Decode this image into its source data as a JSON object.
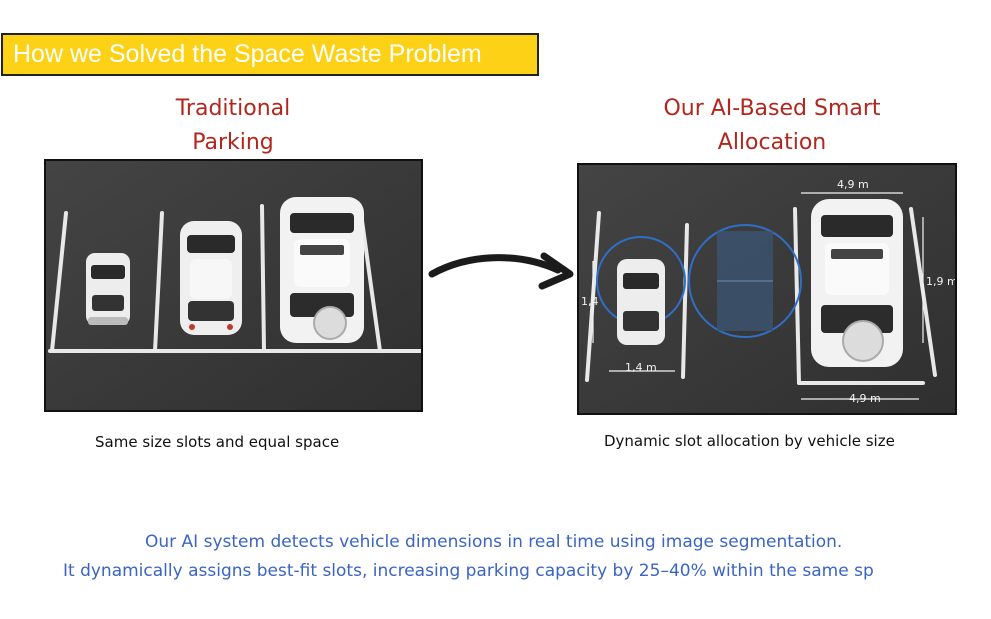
{
  "title": "How we Solved the Space Waste Problem",
  "left": {
    "heading_line1": "Traditional",
    "heading_line2": "Parking",
    "caption": "Same size slots and equal space"
  },
  "right": {
    "heading_line1": "Our AI-Based Smart",
    "heading_line2": "Allocation",
    "caption": "Dynamic slot allocation by vehicle size",
    "dimensions": {
      "top_width": "4,9 m",
      "bottom_width": "4,9 m",
      "small_width": "1,4 m",
      "small_length": "1,4",
      "side_height": "1,9 m"
    }
  },
  "body": {
    "line1": "Our AI system detects vehicle dimensions in real time using image segmentation.",
    "line2": "It dynamically assigns best-fit slots, increasing parking capacity by 25–40% within the same sp"
  },
  "colors": {
    "banner": "#fcd116",
    "heading": "#b3261e",
    "body_text": "#3b64c4",
    "asphalt": "#3b3b3b",
    "ai_circle": "#2f6fc6"
  },
  "icons": {
    "arrow": "curved-right-arrow-icon",
    "cars": "car-top-view-icon"
  }
}
